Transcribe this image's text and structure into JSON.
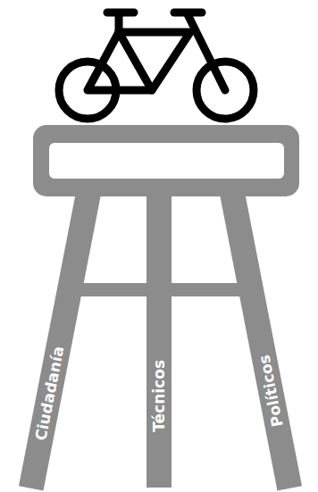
{
  "diagram": {
    "nodes": [
      {
        "text": [
          "Ciudadanía"
        ]
      },
      {
        "text": [
          "Técnicos"
        ]
      },
      {
        "text": [
          "Políticos"
        ]
      }
    ]
  }
}
